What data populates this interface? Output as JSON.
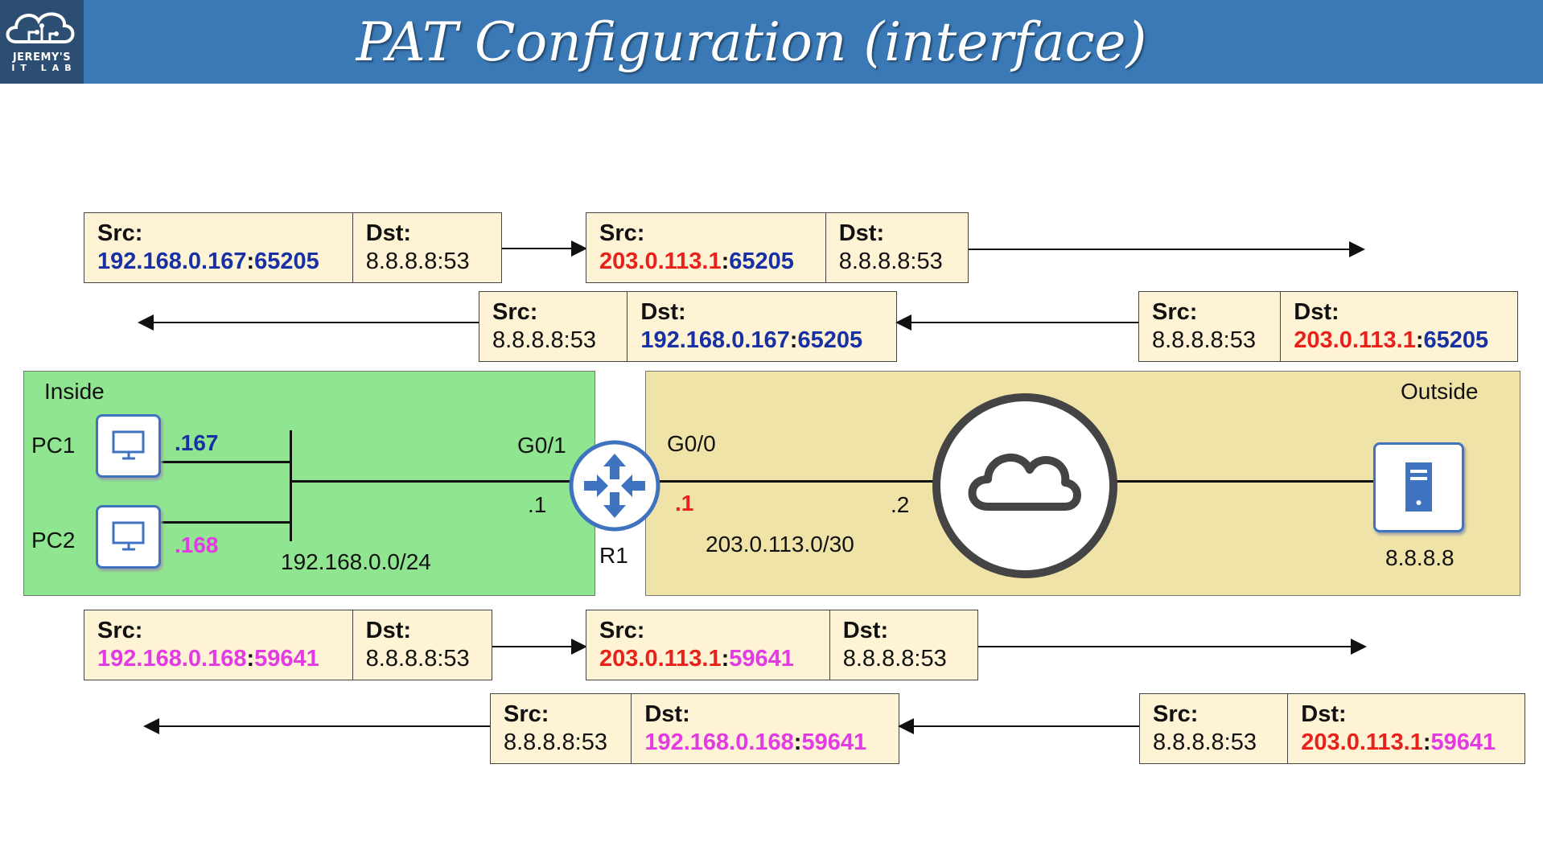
{
  "header": {
    "title": "PAT Configuration (interface)",
    "logo_line1": "JEREMY'S",
    "logo_line2": "IT LAB"
  },
  "colors": {
    "header": "#3a79b5",
    "inside_zone": "#90e591",
    "outside_zone": "#efe3a8",
    "packet_box": "#fff3d6",
    "inside_address": "#1730a3",
    "translated_address": "#e8221b",
    "pc2_port": "#e33be3"
  },
  "topology": {
    "inside_label": "Inside",
    "outside_label": "Outside",
    "pc1": {
      "name": "PC1",
      "host": ".167",
      "icon": "pc-monitor-icon"
    },
    "pc2": {
      "name": "PC2",
      "host": ".168",
      "icon": "pc-monitor-icon"
    },
    "inside_subnet": "192.168.0.0/24",
    "router": {
      "name": "R1",
      "inside_if": "G0/1",
      "inside_ip": ".1",
      "outside_if": "G0/0",
      "outside_ip": ".1",
      "icon": "router-icon"
    },
    "wan_subnet": "203.0.113.0/30",
    "isp_ip": ".2",
    "internet_icon": "cloud-icon",
    "server": {
      "ip": "8.8.8.8",
      "icon": "server-icon"
    }
  },
  "packets": {
    "src_label": "Src",
    "dst_label": "Dst",
    "colon": ":",
    "row1_out_inside": {
      "src_ip": "192.168.0.167",
      "src_port": "65205",
      "dst": "8.8.8.8:53"
    },
    "row1_out_outside": {
      "src_ip": "203.0.113.1",
      "src_port": "65205",
      "dst": "8.8.8.8:53"
    },
    "row2_ret_inside": {
      "src": "8.8.8.8:53",
      "dst_ip": "192.168.0.167",
      "dst_port": "65205"
    },
    "row2_ret_outside": {
      "src": "8.8.8.8:53",
      "dst_ip": "203.0.113.1",
      "dst_port": "65205"
    },
    "row3_out_inside": {
      "src_ip": "192.168.0.168",
      "src_port": "59641",
      "dst": "8.8.8.8:53"
    },
    "row3_out_outside": {
      "src_ip": "203.0.113.1",
      "src_port": "59641",
      "dst": "8.8.8.8:53"
    },
    "row4_ret_inside": {
      "src": "8.8.8.8:53",
      "dst_ip": "192.168.0.168",
      "dst_port": "59641"
    },
    "row4_ret_outside": {
      "src": "8.8.8.8:53",
      "dst_ip": "203.0.113.1",
      "dst_port": "59641"
    }
  }
}
